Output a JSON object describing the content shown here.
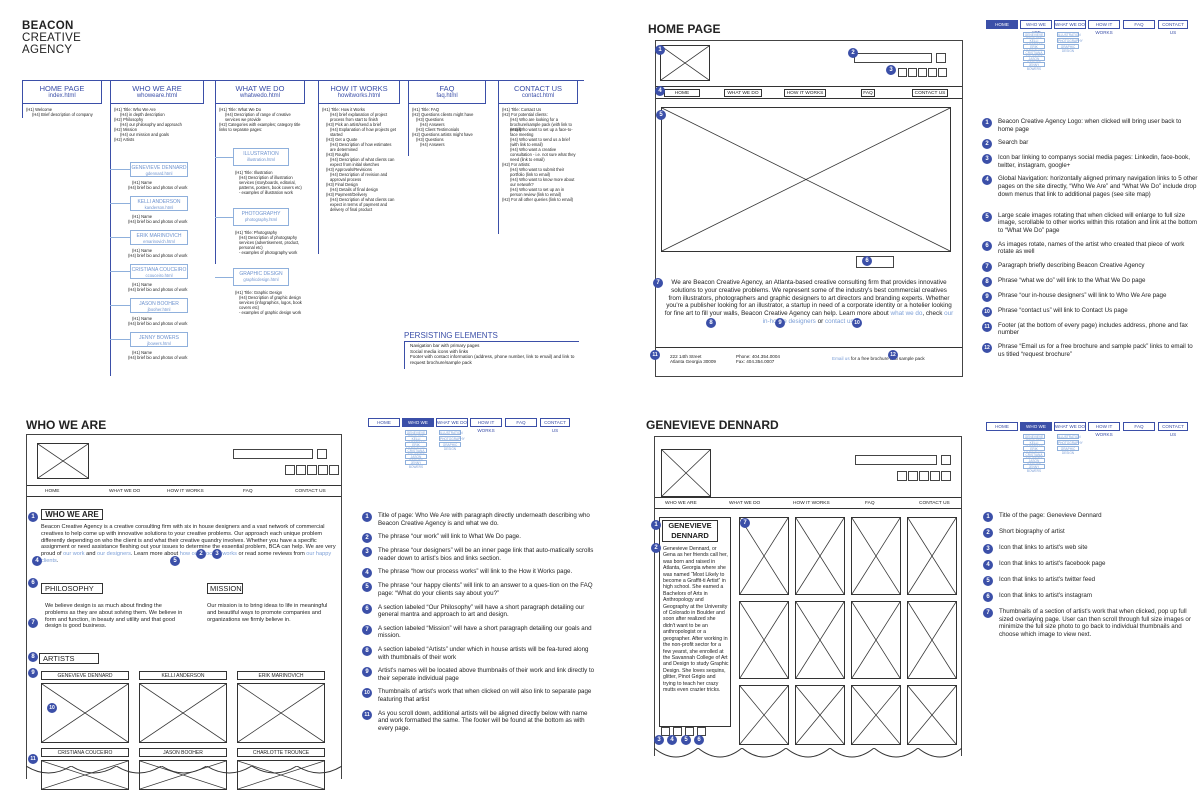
{
  "brand": {
    "l1": "BEACON",
    "l2": "CREATIVE",
    "l3": "AGENCY"
  },
  "sitemap": [
    {
      "title": "HOME PAGE",
      "file": "index.html",
      "lines": [
        "(H1) Welcome",
        "(H4) Brief description of company"
      ]
    },
    {
      "title": "WHO WE ARE",
      "file": "whoweare.html",
      "lines": [
        "(H1) Title: Who We Are",
        "(H4) in depth description",
        "(H2) Philosophy",
        "(H4) our philosophy and approach",
        "(H2) Mission",
        "(H4) our mission and goals",
        "(H2) Artists"
      ]
    },
    {
      "title": "WHAT WE DO",
      "file": "whatwedo.html",
      "lines": [
        "(H1) Title: What We Do",
        "(H4) Description of range of creative services we provide",
        "(H2) Categories with examples; category title links to separate pages:"
      ]
    },
    {
      "title": "HOW IT WORKS",
      "file": "howitworks.html",
      "lines": [
        "(H1) Title: How it Works",
        "(H4) brief explanation of project process from start to finish",
        "(H3) Pick an artist/send a brief",
        "(H4) Explanation of how projects get started",
        "(H3) Get a Quote",
        "(H4) Description of how estimates are determined",
        "(H3) Roughs",
        "(H4) Description of what clients can expect from initial sketches",
        "(H3) Approvals/Revisions",
        "(H4) Description of revision and approval process",
        "(H3) Final Design",
        "(H4) Details of final design",
        "(H3) Payment/Delivery",
        "(H4) Description of what clients can expect in terms of payment and delivery of final product"
      ]
    },
    {
      "title": "FAQ",
      "file": "faq.html",
      "lines": [
        "(H1) Title: FAQ",
        "(H2) Questions clients might have",
        "(H3) Questions",
        "(H4) Answers",
        "(H3) Client Testimonials",
        "(H2) Questions artists might have",
        "(H3) Questions",
        "(H4) Answers"
      ]
    },
    {
      "title": "CONTACT US",
      "file": "contact.html",
      "lines": [
        "(H1) Title: Contact Us",
        "(H2) For potential clients:",
        "(H4) Who are looking for a brochure/sample pack (with link to email)",
        "(H4) Who want to set up a face-to-face meeting",
        "(H4) Who want to send us a brief (with link to email)",
        "(H4) Who want a creative consultation - i.e. not sure what they need (link to email)",
        "(H2) For artists:",
        "(H4) Who want to submit their portfolio (link to email)",
        "(H4) Who want to know more about our network?",
        "(H4) Who want to set up an in person review (link to email)",
        "(H2) For all other queries (link to email)"
      ]
    }
  ],
  "artists_sub": [
    {
      "name": "GENEVIEVE DENNARD",
      "file": "gdennard.html"
    },
    {
      "name": "KELLI ANDERSON",
      "file": "kanderson.html"
    },
    {
      "name": "ERIK MARINOVICH",
      "file": "emarinovich.html"
    },
    {
      "name": "CRISTIANA COUCEIRO",
      "file": "ccouceiro.html"
    },
    {
      "name": "JASON BOOHER",
      "file": "jbooher.html"
    },
    {
      "name": "JENNY BOWERS",
      "file": "jbowers.html"
    }
  ],
  "artist_lines": [
    "(H1) Name",
    "(H4) brief bio and photos of work"
  ],
  "whatwedo_sub": [
    {
      "name": "ILLUSTRATION",
      "file": "illustration.html",
      "lines": [
        "(H1) Title: Illustration",
        "(H4) Description of illustration services (storyboards, editorial, patterns, posters, book covers etc)",
        "- examples of illustration work"
      ]
    },
    {
      "name": "PHOTOGRAPHY",
      "file": "photography.html",
      "lines": [
        "(H1) Title: Photography",
        "(H4) Description of photography services (advertisement, product, personal etc)",
        "- examples of photography work"
      ]
    },
    {
      "name": "GRAPHIC DESIGN",
      "file": "graphicdesign.html",
      "lines": [
        "(H1) Title: Graphic Design",
        "(H4) Description of graphic design services (infographics, logos, book covers etc)",
        "- examples of graphic design work"
      ]
    }
  ],
  "persisting": {
    "title": "PERSISTING ELEMENTS",
    "lines": [
      "Navigation bar with primary pages",
      "Social media icons with links",
      "Footer with contact information (address, phone number, link to email) and link to request brochure/sample pack"
    ]
  },
  "nav": {
    "home": "HOME",
    "who": "WHO WE ARE",
    "what": "WHAT WE DO",
    "how": "HOW IT WORKS",
    "faq": "FAQ",
    "contact": "CONTACT US",
    "who_sub": [
      "GENEVIEVE DENNARD",
      "KELLI ANDERSON",
      "ERIK MARINOVICH",
      "CRISTIANA COUCEIRO",
      "JASON BOOHER",
      "JENNY BOWERS"
    ],
    "what_sub": [
      "ILLUSTRATION",
      "PHOTOGRAPHY",
      "GRAPHIC DESIGN"
    ]
  },
  "wire_nav": [
    "HOME",
    "WHAT WE DO",
    "HOW IT WORKS",
    "FAQ",
    "CONTACT US"
  ],
  "wire_nav2": [
    "WHO WE ARE",
    "WHAT WE DO",
    "HOW IT WORKS",
    "FAQ",
    "CONTACT US"
  ],
  "home": {
    "heading": "HOME PAGE",
    "para_a": "We are Beacon Creative Agency, an Atlanta-based creative consulting firm that provides innovative solutions to your creative problems. We represent some of the industry's best commercial creatives from illustrators, photographers and graphic designers to art directors and branding experts. Whether you're a publisher looking for an illustrator, a startup in need of a corporate identity or a hotelier looking for fine art to fill your walls, Beacon Creative Agency can help. Learn more about",
    "para_link1": "what we do",
    "para_mid": ", check",
    "para_link2": "our in-house designers",
    "para_or": "or",
    "para_link3": "contact us.",
    "addr1": "222 14th Street",
    "addr2": "Atlanta Georgia 30009",
    "phone": "Phone: 404.354.0004",
    "fax": "Fax: 404.354.0007",
    "email_link": "Email us",
    "email_rest": " for a free brochure and sample pack",
    "legend": [
      "Beacon Creative Agency Logo: when clicked will bring user back to home page",
      "Search bar",
      "Icon bar linking to companys social media pages: Linkedin, face-book, twitter, instagram, google+",
      "Global Navigation: horizontally aligned primary navigation links to 5 other pages on the site directly, “Who We Are” and “What We Do” include drop down menus that link to additional pages (see site map)",
      "Large scale images rotating that when clicked will enlarge to full size image, scrollable to other works within this rotation and link at the bottom to “What We Do” page",
      "As images rotate, names of the artist who created that piece of work rotate as well",
      "Paragraph briefly describing Beacon Creative Agency",
      "Phrase “what we do” will link to the What We Do page",
      "Phrase “our in-house designers” will link to Who We Are page",
      "Phrase “contact us” will link to Contact Us page",
      "Footer (at the bottom of every page) includes address, phone and fax number",
      "Phrase “Email us for a free brochure and sample pack” links to email to us titled “request brochure”"
    ]
  },
  "who": {
    "heading": "WHO WE ARE",
    "title": "WHO WE ARE",
    "para": "Beacon Creative Agency is a creative consulting firm with six in house designers and a vast network of commercial creatives to help come up with innovative solutions to your creative problems. Our approach each unique problem differently depending on who the client is and what their creative quandry involves. Whether you have a specific assignment or need assistance fleshing out your issues to determine the essential problem, BCA can help. We are very proud of",
    "link1": "our work",
    "and": "and",
    "link2": "our designers",
    "para2": ". Learn more about",
    "link3": "how our process works",
    "or": "or read some reviews from",
    "link4": "our happy clients",
    "phil_title": "PHILOSOPHY",
    "phil": "We believe design is as much about finding the problems as they are about solving them. We believe in form and function, in beauty and utility and that good design is good business.",
    "miss_title": "MISSION",
    "miss": "Our mission is to bring ideas to life in meaningful and beautiful ways to promote companies and organizations we firmly believe in.",
    "artists_title": "ARTISTS",
    "row1": [
      "GENEVIEVE DENNARD",
      "KELLI ANDERSON",
      "ERIK MARINOVICH"
    ],
    "row2": [
      "CRISTIANA COUCEIRO",
      "JASON BOOHER",
      "CHARLOTTE TROUNCE"
    ],
    "legend": [
      "Title of page: Who We Are with paragraph directly underneath describing who Beacon Creative Agency is and what we do.",
      "The phrase “our work” will link to What We Do page.",
      "The phrase “our designers” will be an inner page link that auto-matically scrolls reader down to artist's bios and links section.",
      "The phrase “how our process works” will link to the How it Works page.",
      "The phrase “our happy clients” will link to an answer to a ques-tion on the FAQ page: “What do your clients say about you?”",
      "A section labeled “Our Philosophy” will have a short paragraph detailing our general mantra and approach to art and design.",
      "A section labeled “Mission” will have a short paragraph detailing our goals and mission.",
      "A section labeled “Artists” under which in house artists will be fea-tured along with thumbnails of their work",
      "Artist's names will be located above thumbnails of their work and link directly to their seperate individual page",
      "Thumbnails of artist's work that when clicked on will also link to separate page featuring that artist",
      "As you scroll down, additional artists will be aligned directly below with name and work formatted the same. The footer will be found at the bottom as with every page."
    ]
  },
  "gd": {
    "heading": "GENEVIEVE DENNARD",
    "title1": "GENEVIEVE",
    "title2": "DENNARD",
    "bio": "Genevieve Dennard, or Gena as her friends call her, was born and raised in Atlanta, Georgia where she was named “Most Likely to become a Graffit-ti Artist” in high school. She earned a Bachelors of Arts in Anthropology and Geography at the University of Colorado in Boulder and soon after realized she didn't want to be an anthropologist or a geographer. After working in the non-profit sector for a few yearst, she enrolled at the Savannah College of Art and Design to study Graphic Design. She loves sequins, glitter, Pinot Grigio and trying to teach her crazy mutts even crazier tricks.",
    "legend": [
      "Title of the page: Genevieve Dennard",
      "Short biography of artist",
      "Icon that links to artist's web site",
      "Icon that links to artist's facebook page",
      "Icon that links to artist's twitter feed",
      "Icon that links to artist's instagram",
      "Thumbnails of a section of artist's work that when clicked, pop up full sized overlaying page. User can then scroll through full size images or minimize the full size photo to go back to individual thumbnails and choose which image to view next."
    ]
  }
}
